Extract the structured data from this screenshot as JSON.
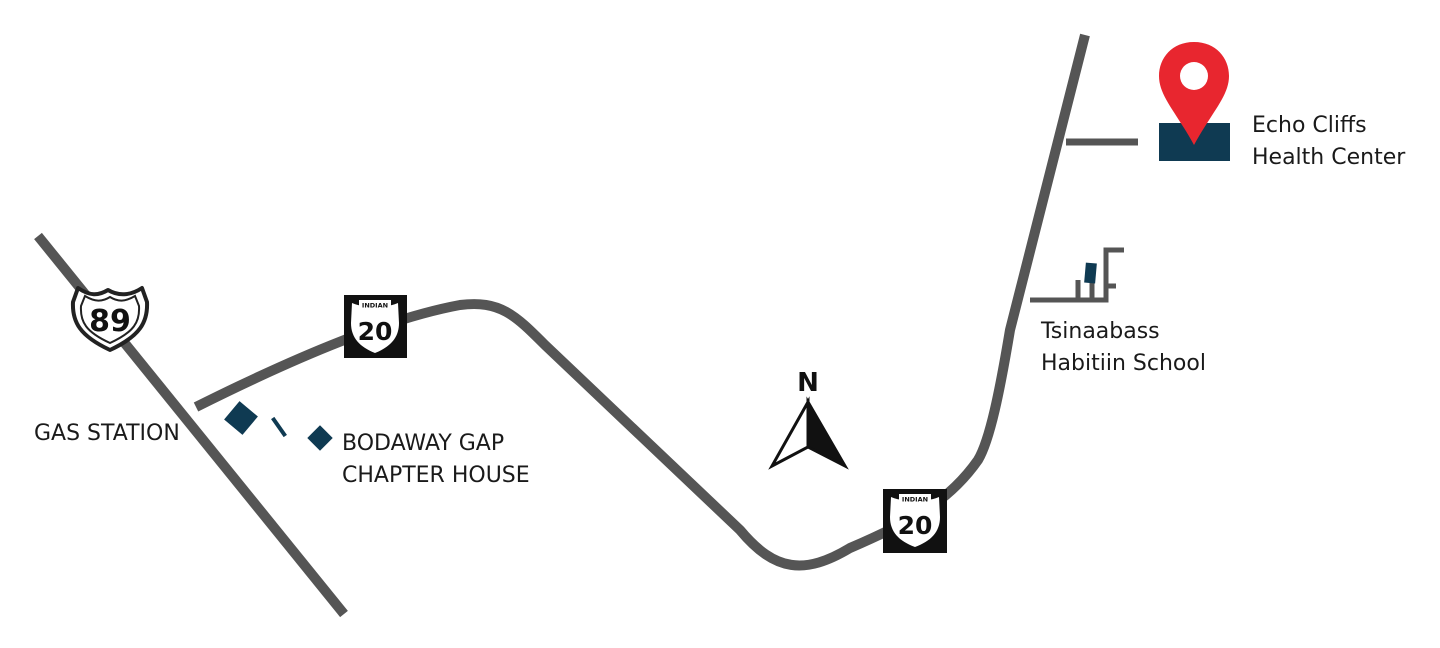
{
  "map": {
    "colors": {
      "road": "#555555",
      "building": "#0f3a52",
      "pin": "#e8262f",
      "label_text": "#1a1a1a",
      "background": "#ffffff"
    },
    "shields": {
      "us_route": {
        "number": "89",
        "icon": "us-route-shield-icon"
      },
      "indian_route_north": {
        "number": "20",
        "header": "INDIAN",
        "icon": "indian-route-shield-icon"
      },
      "indian_route_south": {
        "number": "20",
        "header": "INDIAN",
        "icon": "indian-route-shield-icon"
      }
    },
    "north_arrow": {
      "letter": "N",
      "icon": "north-arrow-icon"
    },
    "places": {
      "gas_station": {
        "label": "GAS STATION"
      },
      "bodaway": {
        "line1": "BODAWAY GAP",
        "line2": "CHAPTER HOUSE"
      },
      "school": {
        "line1": "Tsinaabass",
        "line2": "Habitiin School"
      },
      "health_center": {
        "line1": "Echo Cliffs",
        "line2": "Health Center",
        "icon": "location-pin-icon"
      }
    }
  }
}
